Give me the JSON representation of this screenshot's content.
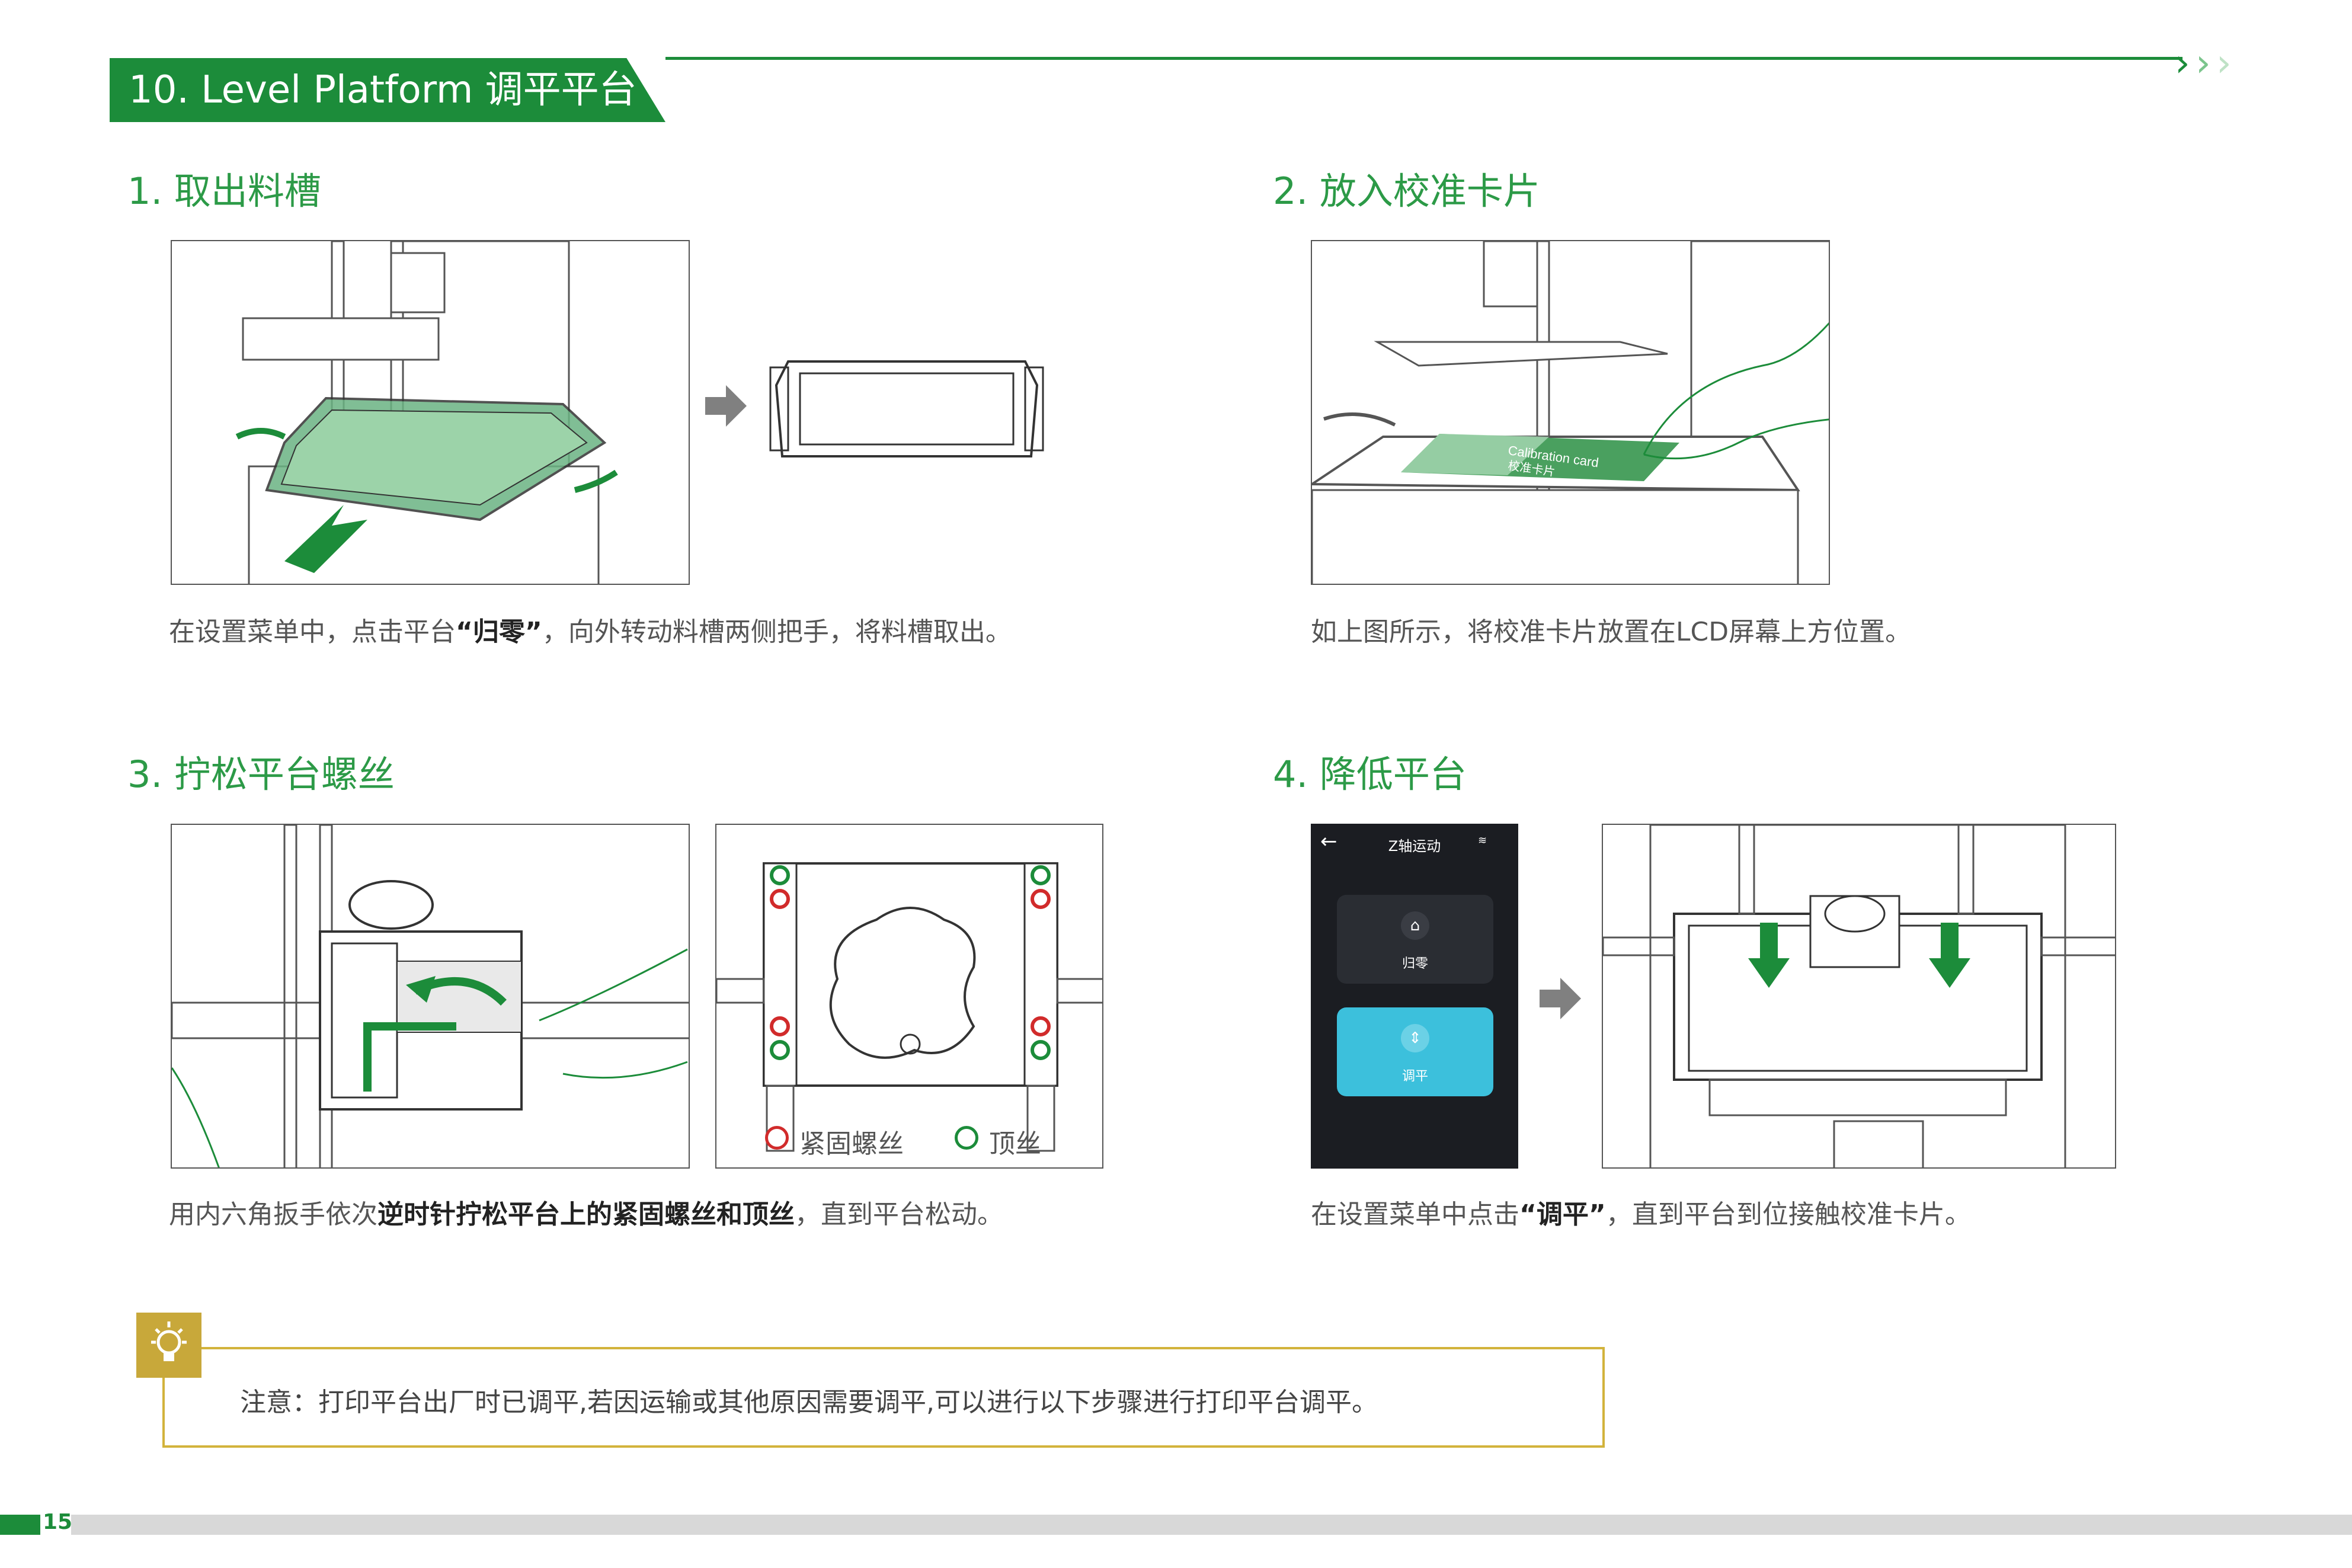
{
  "header": {
    "title": "10. Level Platform 调平平台",
    "chevrons": ">>>"
  },
  "steps": [
    {
      "title": "1. 取出料槽",
      "caption_pre": "在设置菜单中，点击平台",
      "caption_bold": "“归零”",
      "caption_post": "，向外转动料槽两侧把手，将料槽取出。"
    },
    {
      "title": "2. 放入校准卡片",
      "caption": "如上图所示，将校准卡片放置在LCD屏幕上方位置。",
      "card_text_en": "Calibration card",
      "card_text_cn": "校准卡片"
    },
    {
      "title": "3. 拧松平台螺丝",
      "caption_pre": "用内六角扳手依次",
      "caption_bold": "逆时针拧松平台上的紧固螺丝和顶丝",
      "caption_post": "，直到平台松动。",
      "legend_red": "紧固螺丝",
      "legend_green": "顶丝"
    },
    {
      "title": "4. 降低平台",
      "caption_pre": "在设置菜单中点击",
      "caption_bold": "“调平”",
      "caption_post": "，直到平台到位接触校准卡片。"
    }
  ],
  "phone": {
    "title": "Z轴运动",
    "back_icon": "back-arrow-icon",
    "button_home": "归零",
    "button_level": "调平"
  },
  "note": {
    "text": "注意：打印平台出厂时已调平,若因运输或其他原因需要调平,可以进行以下步骤进行打印平台调平。",
    "icon": "lightbulb-icon"
  },
  "footer": {
    "page_number": "15"
  },
  "colors": {
    "brand_green": "#1c8c3a",
    "note_gold": "#d2b33c",
    "phone_bg": "#1b1d22",
    "phone_accent": "#3cc0dc"
  }
}
